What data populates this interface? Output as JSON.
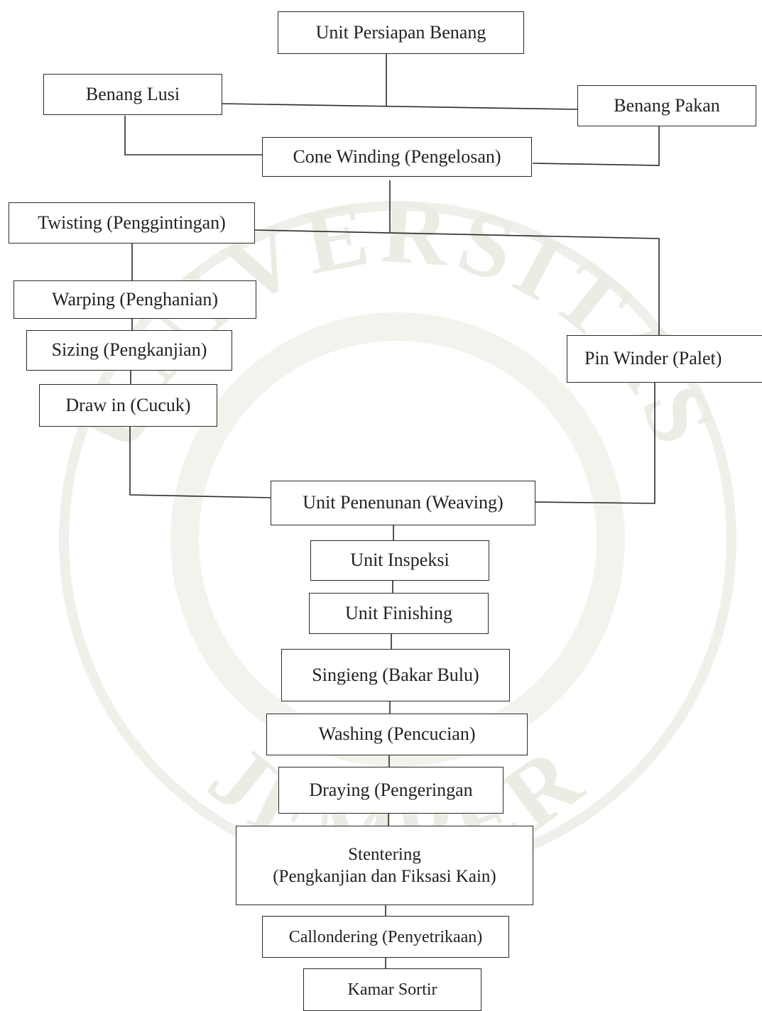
{
  "watermark": {
    "arc_top": "UNIVERSITAS",
    "arc_bottom": "JEMBER"
  },
  "nodes": {
    "unit_persiapan": "Unit Persiapan Benang",
    "benang_lusi": "Benang Lusi",
    "benang_pakan": "Benang Pakan",
    "cone_winding": "Cone Winding (Pengelosan)",
    "twisting": "Twisting (Penggintingan)",
    "warping": "Warping (Penghanian)",
    "sizing": "Sizing (Pengkanjian)",
    "draw_in": "Draw in (Cucuk)",
    "pin_winder": "Pin Winder (Palet)",
    "penenunan": "Unit Penenunan (Weaving)",
    "inspeksi": "Unit Inspeksi",
    "finishing": "Unit Finishing",
    "singieng": "Singieng (Bakar Bulu)",
    "washing": "Washing (Pencucian)",
    "draying": "Draying (Pengeringan",
    "stentering_line1": "Stentering",
    "stentering_line2": "(Pengkanjian dan Fiksasi Kain)",
    "callondering": "Callondering (Penyetrikaan)",
    "kamar_sortir": "Kamar Sortir"
  }
}
